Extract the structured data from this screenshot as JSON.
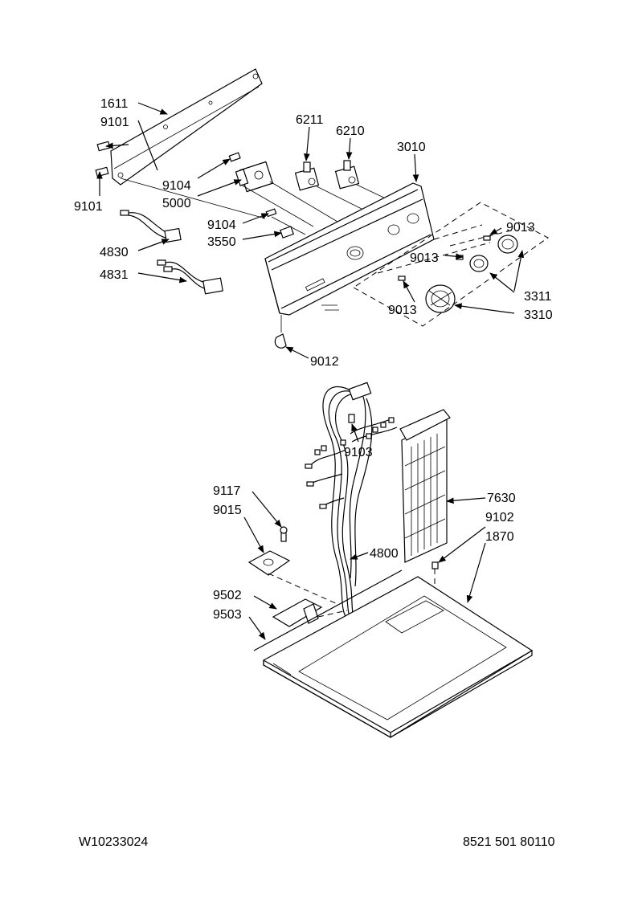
{
  "callouts": [
    {
      "id": "1611",
      "text": "1611"
    },
    {
      "id": "9101a",
      "text": "9101"
    },
    {
      "id": "9101b",
      "text": "9101"
    },
    {
      "id": "6211",
      "text": "6211"
    },
    {
      "id": "6210",
      "text": "6210"
    },
    {
      "id": "3010",
      "text": "3010"
    },
    {
      "id": "9104a",
      "text": "9104"
    },
    {
      "id": "5000",
      "text": "5000"
    },
    {
      "id": "9104b",
      "text": "9104"
    },
    {
      "id": "3550",
      "text": "3550"
    },
    {
      "id": "4830",
      "text": "4830"
    },
    {
      "id": "4831",
      "text": "4831"
    },
    {
      "id": "9013a",
      "text": "9013"
    },
    {
      "id": "9013b",
      "text": "9013"
    },
    {
      "id": "9013c",
      "text": "9013"
    },
    {
      "id": "3311",
      "text": "3311"
    },
    {
      "id": "3310",
      "text": "3310"
    },
    {
      "id": "9012",
      "text": "9012"
    },
    {
      "id": "9103",
      "text": "9103"
    },
    {
      "id": "7630",
      "text": "7630"
    },
    {
      "id": "9102",
      "text": "9102"
    },
    {
      "id": "1870",
      "text": "1870"
    },
    {
      "id": "9117",
      "text": "9117"
    },
    {
      "id": "9015",
      "text": "9015"
    },
    {
      "id": "4800",
      "text": "4800"
    },
    {
      "id": "9502",
      "text": "9502"
    },
    {
      "id": "9503",
      "text": "9503"
    }
  ],
  "footer": {
    "left": "W10233024",
    "right": "8521 501 80110"
  }
}
